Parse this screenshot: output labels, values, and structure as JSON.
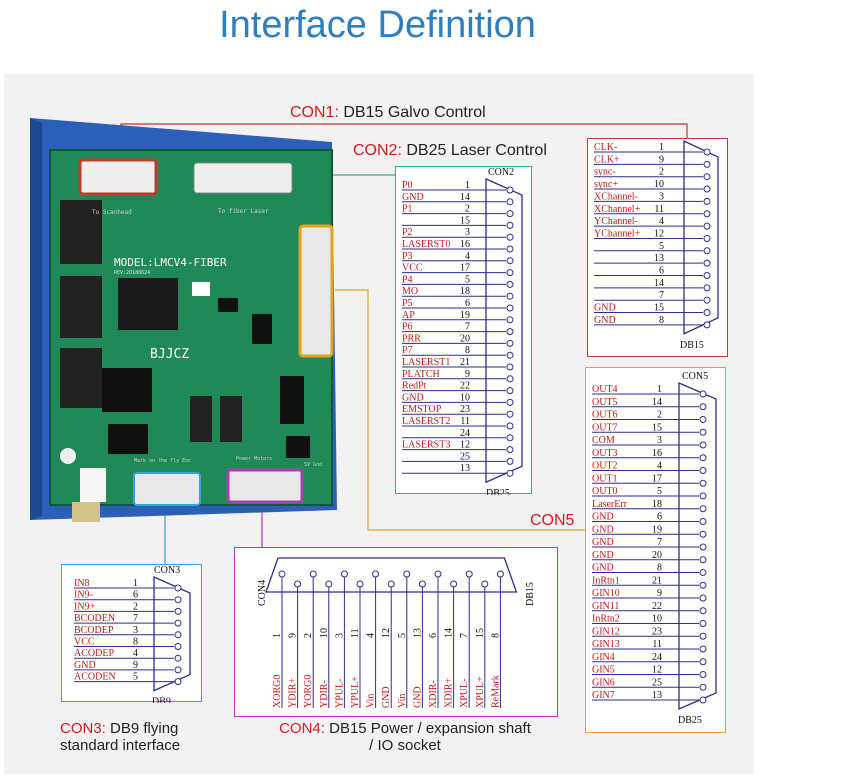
{
  "title": "Interface Definition",
  "board": {
    "model": "MODEL:LMCV4-FIBER",
    "rev": "REV:20180624",
    "brand": "BJJCZ",
    "to_scanhead": "To Scanhead",
    "to_fiber": "To fiber Laser",
    "fly_label": "Mark on the fly Enc",
    "power_label": "Power Motors",
    "five_v": "5V Gnd"
  },
  "callouts": {
    "con1": {
      "tag": "CON1:",
      "text": "DB15 Galvo Control"
    },
    "con2": {
      "tag": "CON2:",
      "text": "DB25 Laser Control"
    },
    "con3": {
      "tag": "CON3:",
      "text": "DB9 flying",
      "text2": "standard interface"
    },
    "con4": {
      "tag": "CON4:",
      "text": "DB15 Power / expansion shaft",
      "text2": "/ IO socket"
    },
    "con5": {
      "tag": "CON5"
    }
  },
  "colors": {
    "con1": "#c0392b",
    "con2": "#2eae8a",
    "con3": "#3aa0d8",
    "con4": "#b13ab6",
    "con5": "#e0a41e",
    "wire": "#2d2d8a",
    "sig": "#c41a1a"
  },
  "con1_box": {
    "connector": "DB15",
    "rows": [
      {
        "sig": "CLK-",
        "pin": "1"
      },
      {
        "sig": "CLK+",
        "pin": "9"
      },
      {
        "sig": "sync-",
        "pin": "2"
      },
      {
        "sig": "sync+",
        "pin": "10"
      },
      {
        "sig": "XChannel-",
        "pin": "3"
      },
      {
        "sig": "XChannel+",
        "pin": "11"
      },
      {
        "sig": "YChannel-",
        "pin": "4"
      },
      {
        "sig": "YChannel+",
        "pin": "12"
      },
      {
        "sig": "",
        "pin": "5"
      },
      {
        "sig": "",
        "pin": "13"
      },
      {
        "sig": "",
        "pin": "6"
      },
      {
        "sig": "",
        "pin": "14"
      },
      {
        "sig": "",
        "pin": "7"
      },
      {
        "sig": "GND",
        "pin": "15"
      },
      {
        "sig": "GND",
        "pin": "8"
      }
    ]
  },
  "con2_box": {
    "header": "CON2",
    "footer": "DB25",
    "rows": [
      {
        "sig": "P0",
        "pin": "1"
      },
      {
        "sig": "GND",
        "pin": "14"
      },
      {
        "sig": "P1",
        "pin": "2"
      },
      {
        "sig": "",
        "pin": "15"
      },
      {
        "sig": "P2",
        "pin": "3"
      },
      {
        "sig": "LASERST0",
        "pin": "16"
      },
      {
        "sig": "P3",
        "pin": "4"
      },
      {
        "sig": "VCC",
        "pin": "17"
      },
      {
        "sig": "P4",
        "pin": "5"
      },
      {
        "sig": "MO",
        "pin": "18"
      },
      {
        "sig": "P5",
        "pin": "6"
      },
      {
        "sig": "AP",
        "pin": "19"
      },
      {
        "sig": "P6",
        "pin": "7"
      },
      {
        "sig": "PRR",
        "pin": "20"
      },
      {
        "sig": "P7",
        "pin": "8"
      },
      {
        "sig": "LASERST1",
        "pin": "21"
      },
      {
        "sig": "PLATCH",
        "pin": "9"
      },
      {
        "sig": "RedPt",
        "pin": "22"
      },
      {
        "sig": "GND",
        "pin": "10"
      },
      {
        "sig": "EMSTOP",
        "pin": "23"
      },
      {
        "sig": "LASERST2",
        "pin": "11"
      },
      {
        "sig": "",
        "pin": "24"
      },
      {
        "sig": "LASERST3",
        "pin": "12"
      },
      {
        "sig": "",
        "pin": "25"
      },
      {
        "sig": "",
        "pin": "13"
      }
    ]
  },
  "con5_box": {
    "header": "CON5",
    "footer": "DB25",
    "rows": [
      {
        "sig": "OUT4",
        "pin": "1"
      },
      {
        "sig": "OUT5",
        "pin": "14"
      },
      {
        "sig": "OUT6",
        "pin": "2"
      },
      {
        "sig": "OUT7",
        "pin": "15"
      },
      {
        "sig": "COM",
        "pin": "3"
      },
      {
        "sig": "OUT3",
        "pin": "16"
      },
      {
        "sig": "OUT2",
        "pin": "4"
      },
      {
        "sig": "OUT1",
        "pin": "17"
      },
      {
        "sig": "OUT0",
        "pin": "5"
      },
      {
        "sig": "LaserErr",
        "pin": "18"
      },
      {
        "sig": "GND",
        "pin": "6"
      },
      {
        "sig": "GND",
        "pin": "19"
      },
      {
        "sig": "GND",
        "pin": "7"
      },
      {
        "sig": "GND",
        "pin": "20"
      },
      {
        "sig": "GND",
        "pin": "8"
      },
      {
        "sig": "InRtn1",
        "pin": "21"
      },
      {
        "sig": "GIN10",
        "pin": "9"
      },
      {
        "sig": "GIN11",
        "pin": "22"
      },
      {
        "sig": "InRtn2",
        "pin": "10"
      },
      {
        "sig": "GIN12",
        "pin": "23"
      },
      {
        "sig": "GIN13",
        "pin": "11"
      },
      {
        "sig": "GIN4",
        "pin": "24"
      },
      {
        "sig": "GIN5",
        "pin": "12"
      },
      {
        "sig": "GIN6",
        "pin": "25"
      },
      {
        "sig": "GIN7",
        "pin": "13"
      }
    ]
  },
  "con3_box": {
    "header": "CON3",
    "footer": "DB9",
    "rows": [
      {
        "sig": "IN8",
        "pin": "1"
      },
      {
        "sig": "IN9-",
        "pin": "6"
      },
      {
        "sig": "IN9+",
        "pin": "2"
      },
      {
        "sig": "BCODEN",
        "pin": "7"
      },
      {
        "sig": "BCODEP",
        "pin": "3"
      },
      {
        "sig": "VCC",
        "pin": "8"
      },
      {
        "sig": "ACODEP",
        "pin": "4"
      },
      {
        "sig": "GND",
        "pin": "9"
      },
      {
        "sig": "ACODEN",
        "pin": "5"
      }
    ]
  },
  "con4_box": {
    "left_label": "CON4",
    "right_label": "DB15",
    "cols": [
      {
        "pin": "1",
        "sig": "XORG0"
      },
      {
        "pin": "9",
        "sig": "YDIR+"
      },
      {
        "pin": "2",
        "sig": "YORG0"
      },
      {
        "pin": "10",
        "sig": "YDIR-"
      },
      {
        "pin": "3",
        "sig": "YPUL-"
      },
      {
        "pin": "11",
        "sig": "YPUL+"
      },
      {
        "pin": "4",
        "sig": "Vin"
      },
      {
        "pin": "12",
        "sig": "GND"
      },
      {
        "pin": "5",
        "sig": "Vin"
      },
      {
        "pin": "13",
        "sig": "GND"
      },
      {
        "pin": "6",
        "sig": "XDIR-"
      },
      {
        "pin": "14",
        "sig": "XDIR+"
      },
      {
        "pin": "7",
        "sig": "XPUL-"
      },
      {
        "pin": "15",
        "sig": "XPUL+"
      },
      {
        "pin": "8",
        "sig": "ReMark"
      }
    ]
  }
}
